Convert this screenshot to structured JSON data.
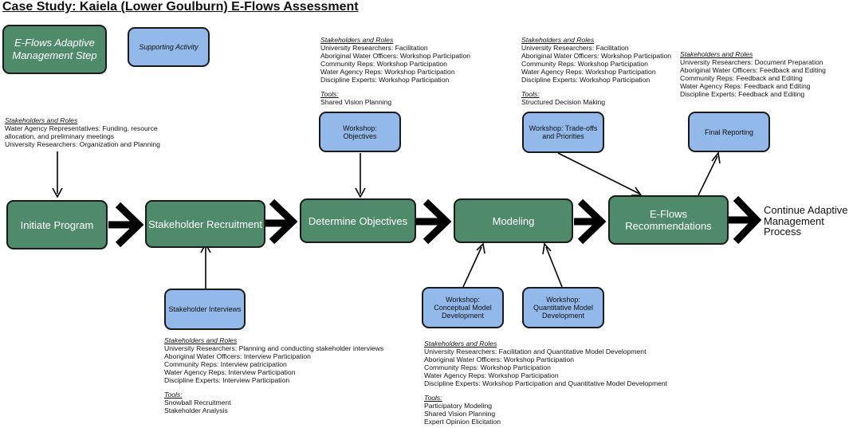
{
  "title": "Case Study: Kaiela (Lower Goulburn) E-Flows Assessment",
  "legend": {
    "step_label": "E-Flows Adaptive Management Step",
    "support_label": "Supporting Activity"
  },
  "steps": [
    "Initiate Program",
    "Stakeholder Recruitment",
    "Determine Objectives",
    "Modeling",
    "E-Flows Recommendations"
  ],
  "continue_label": "Continue Adaptive Management Process",
  "supports": {
    "objectives_workshop": "Workshop: Objectives",
    "tradeoffs_workshop": "Workshop: Trade-offs and Priorities",
    "final_reporting": "Final Reporting",
    "stakeholder_interviews": "Stakeholder Interviews",
    "conceptual_workshop": "Workshop: Conceptual Model Development",
    "quantitative_workshop": "Workshop: Quantitative Model Development"
  },
  "notes": {
    "initiate": {
      "header": "Stakeholders and Roles",
      "lines": [
        "Water Agency Representatives: Funding, resource",
        "allocation, and preliminary meetings",
        "University Researchers: Organization and Planning"
      ]
    },
    "objectives": {
      "header": "Stakeholders and Roles",
      "lines": [
        "University Researchers: Facilitation",
        "Aboriginal Water Officers: Workshop Participation",
        "Community Reps: Workshop Participation",
        "Water Agency Reps: Workshop Participation",
        "Discipline Experts: Workshop Participation"
      ],
      "tools_header": "Tools:",
      "tools": [
        "Shared Vision Planning"
      ]
    },
    "tradeoffs": {
      "header": "Stakeholders and Roles",
      "lines": [
        "University Researchers: Facilitation",
        "Aboriginal Water Officers: Workshop Participation",
        "Community Reps: Workshop Participation",
        "Water Agency Reps: Workshop Participation",
        "Discipline Experts: Workshop Participation"
      ],
      "tools_header": "Tools:",
      "tools": [
        "Structured Decision Making"
      ]
    },
    "reporting": {
      "header": "Stakeholders and Roles",
      "lines": [
        "University Researchers: Document Preparation",
        "Aboriginal Water Officers: Feedback and Editing",
        "Community Reps: Feedback and Editing",
        "Water Agency Reps: Feedback and Editing",
        "Discipline Experts: Feedback and Editing"
      ]
    },
    "recruitment": {
      "header": "Stakeholders and Roles",
      "lines": [
        "University Researchers: Planning and conducting stakeholder interviews",
        "Aboriginal Water Officers: Interview Participation",
        "Community Reps: Interview patricipation",
        "Water Agency Reps: Interview Participation",
        "Discipline Experts: Interview Participation"
      ],
      "tools_header": "Tools:",
      "tools": [
        "Snowball Recruitment",
        "Stakeholder Analysis"
      ]
    },
    "modeling": {
      "header": "Stakeholders and Roles",
      "lines": [
        "University Researchers: Facilitation and Quantitative Model Development",
        "Aboriginal Water Officers: Workshop Participation",
        "Community Reps: Workshop Participation",
        "Water Agency Reps: Workshop Participation",
        "Discipline Experts: Workshop Participation and Quantitative Model Development"
      ],
      "tools_header": "Tools:",
      "tools": [
        "Participatory Modeling",
        "Shared Vision Planning",
        "Expert Opinion Elicitation"
      ]
    }
  }
}
